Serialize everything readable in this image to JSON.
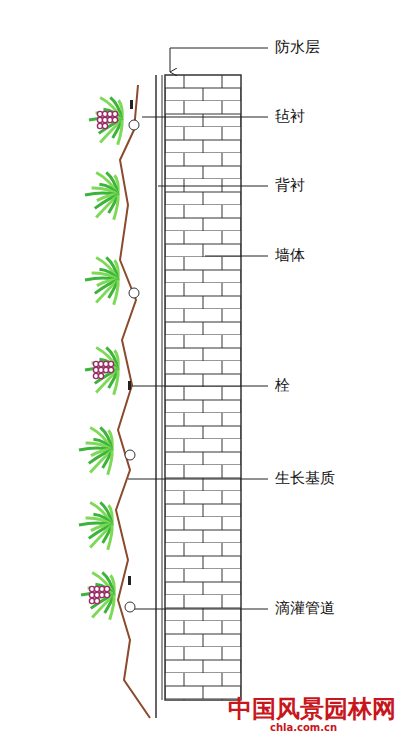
{
  "diagram": {
    "labels": [
      "防水层",
      "毡衬",
      "背衬",
      "墙体",
      "栓",
      "生长基质",
      "滴灌管道",
      "中国风景园林网",
      "chla.com.cn"
    ]
  }
}
